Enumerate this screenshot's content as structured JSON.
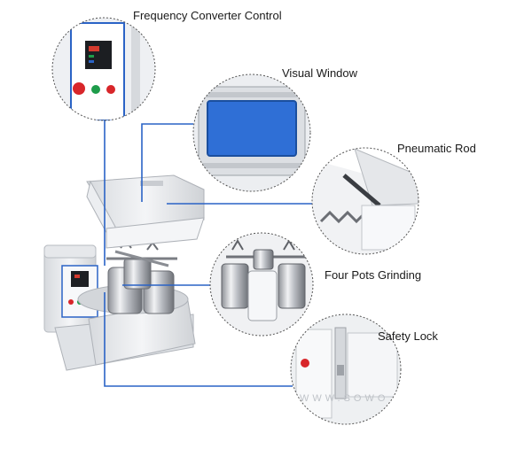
{
  "labels": {
    "frequency_converter": "Frequency Converter Control",
    "visual_window": "Visual Window",
    "pneumatic_rod": "Pneumatic Rod",
    "four_pots": "Four Pots Grinding",
    "safety_lock": "Safety Lock"
  },
  "watermark": "WWW.SOWO",
  "colors": {
    "callout_line": "#2a63c6",
    "window_blue": "#2f6fd6",
    "machine_body": "#e9ebee",
    "button_red": "#d8262a",
    "button_green": "#1e9c4a"
  }
}
